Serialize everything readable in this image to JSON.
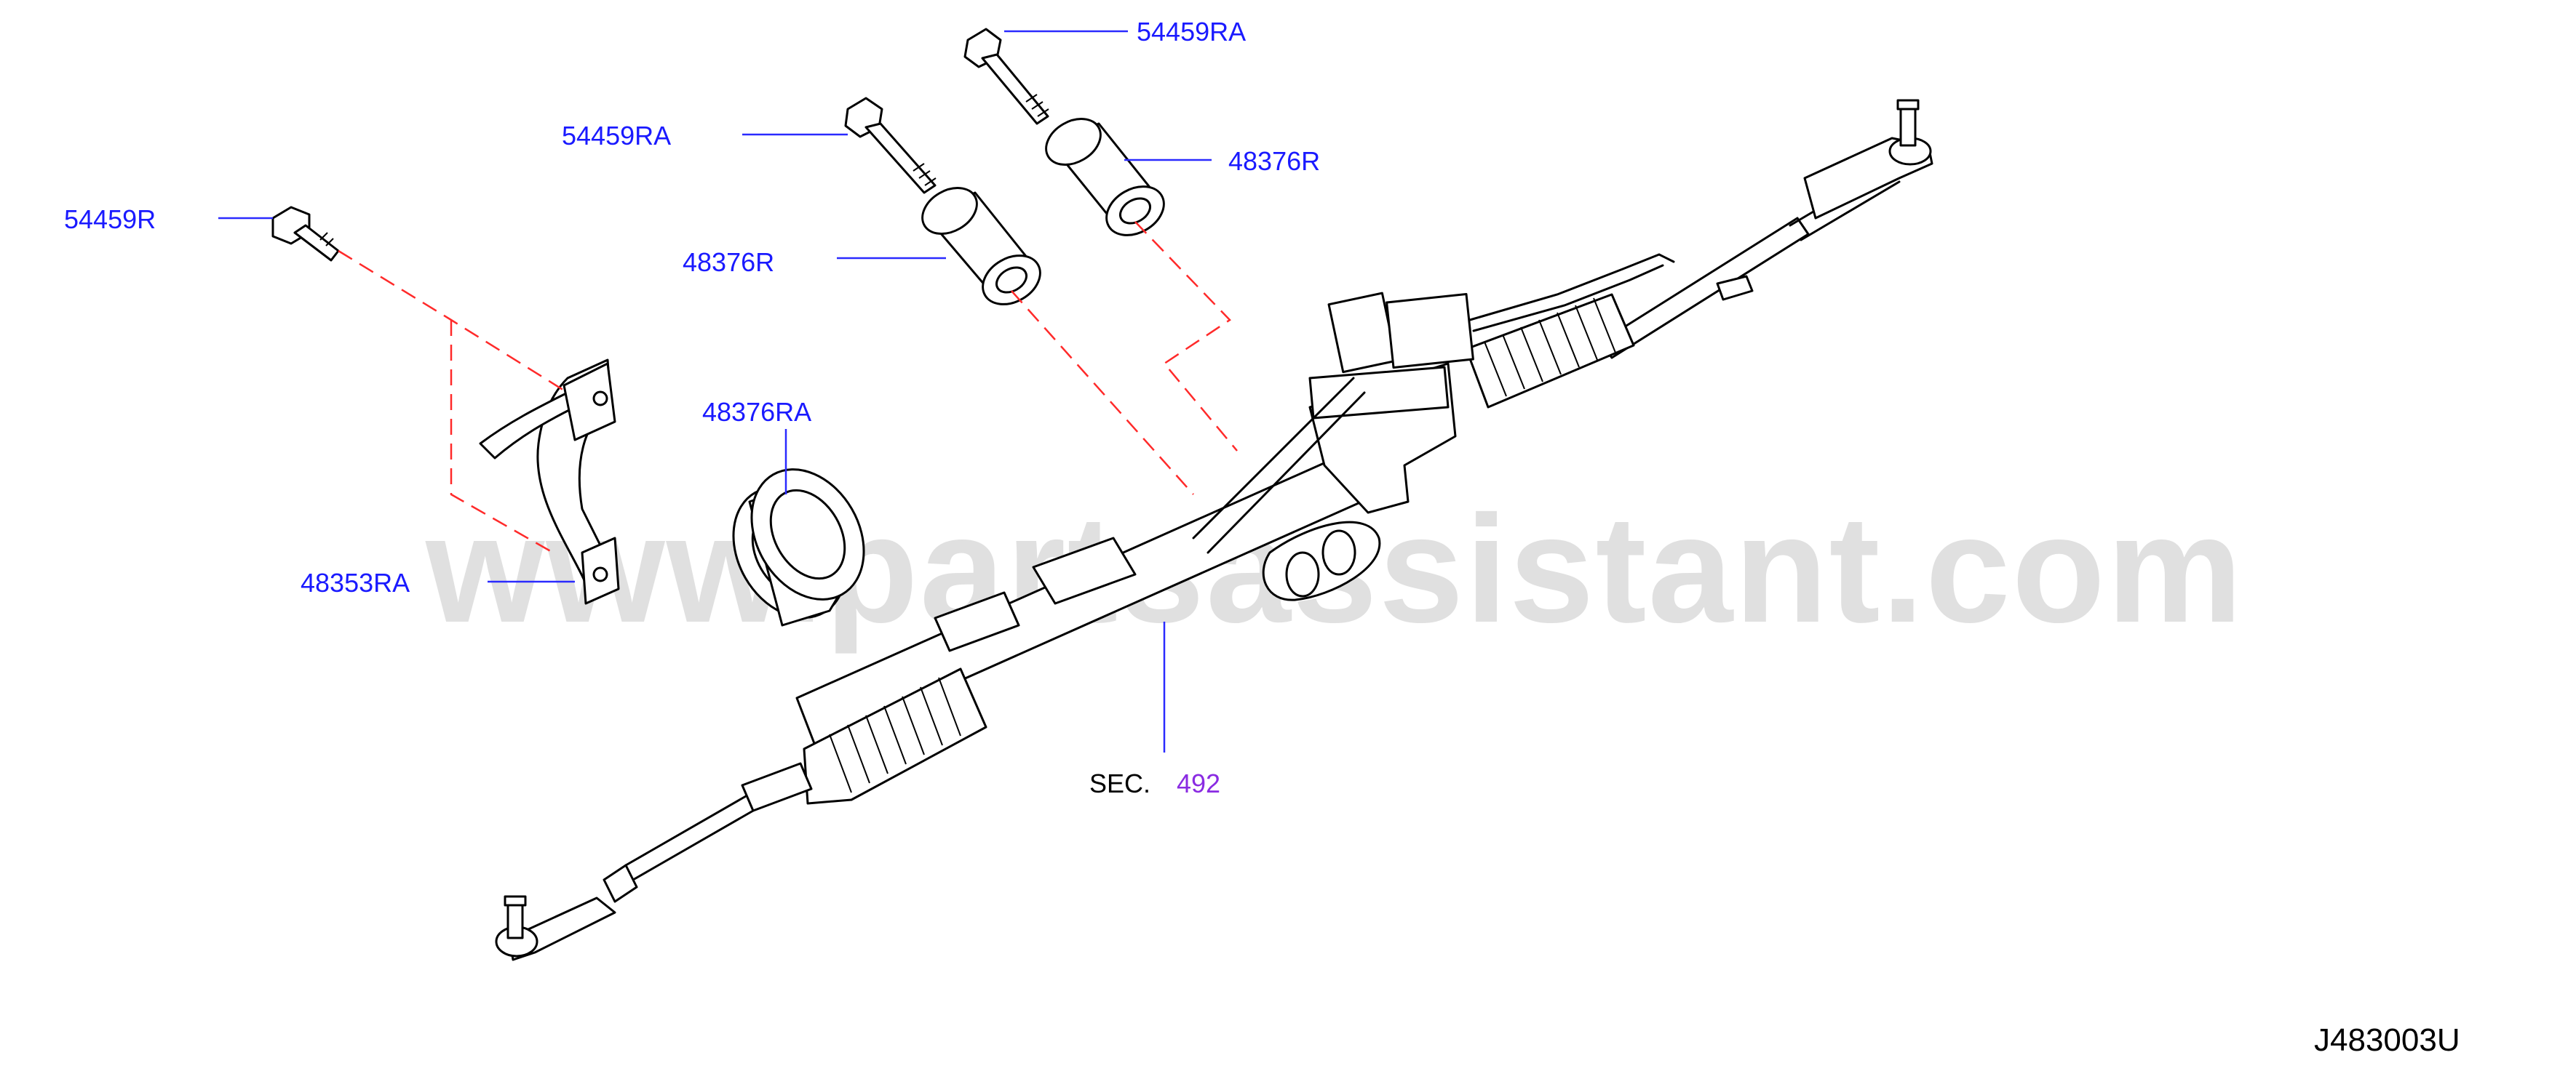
{
  "callouts": {
    "bolt_top": "54459RA",
    "bolt_mid": "54459RA",
    "bolt_left": "54459R",
    "bush_upper": "48376R",
    "bush_lower": "48376R",
    "bush_ring": "48376RA",
    "clamp": "48353RA"
  },
  "section_ref": {
    "prefix": "SEC.",
    "number": "492"
  },
  "diagram_id": "J483003U",
  "watermark": "www.partsassistant.com",
  "colors": {
    "callout": "#1a1aff",
    "leader": "#2a2aff",
    "dash": "#ff2a2a",
    "section_number": "#8a2be2",
    "watermark": "#d6d6d6"
  }
}
